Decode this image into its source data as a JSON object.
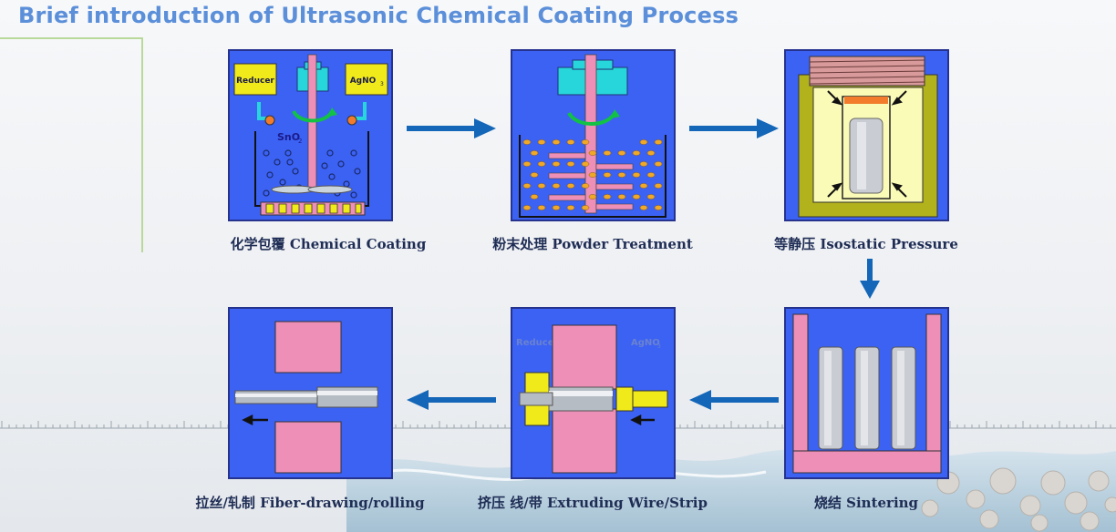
{
  "title": "Brief introduction of Ultrasonic Chemical Coating Process",
  "steps": [
    {
      "id": "chemical-coating",
      "caption": "化学包覆 Chemical Coating",
      "labels": {
        "reducer": "Reducer",
        "agno3": "AgNO",
        "agno3_sub": "3",
        "sno2": "SnO",
        "sno2_sub": "2"
      }
    },
    {
      "id": "powder-treatment",
      "caption": "粉末处理 Powder Treatment"
    },
    {
      "id": "isostatic-pressure",
      "caption": "等静压 Isostatic Pressure"
    },
    {
      "id": "sintering",
      "caption": "烧结  Sintering"
    },
    {
      "id": "extruding",
      "caption": "挤压 线/带 Extruding Wire/Strip",
      "labels": {
        "reducer": "Reduce",
        "agno3": "AgNO",
        "agno3_sub": "3"
      }
    },
    {
      "id": "fiber-drawing",
      "caption": "拉丝/轧制  Fiber-drawing/rolling"
    }
  ],
  "colors": {
    "panel": "#3c62f4",
    "arrow": "#1366b8",
    "pink": "#ee8fb7",
    "yellow": "#f0ea1a",
    "cyan": "#27d6da",
    "title": "#5b8fd9"
  }
}
